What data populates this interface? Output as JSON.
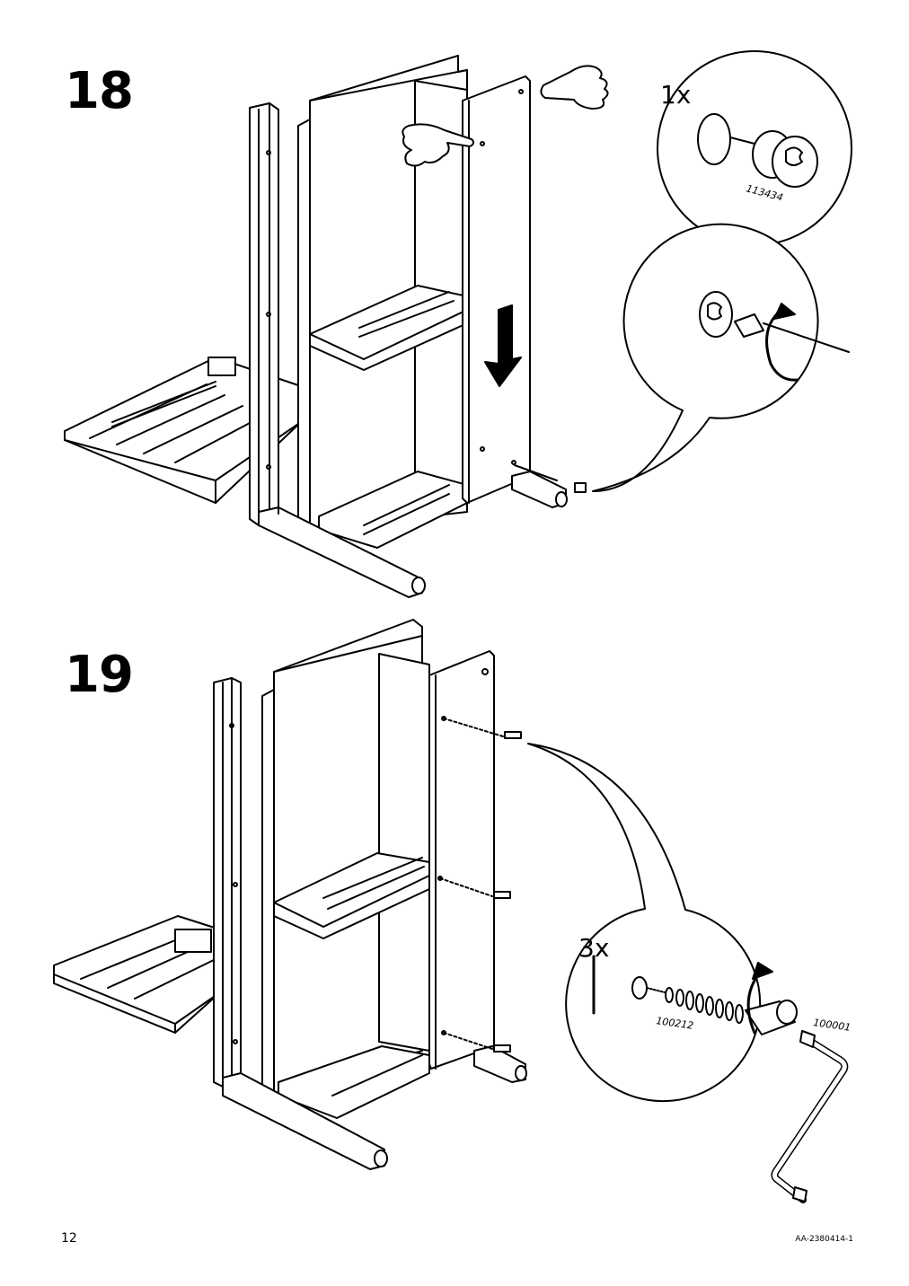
{
  "steps": [
    {
      "number": "18",
      "detail_top": {
        "quantity": "1x",
        "part_number": "113434"
      }
    },
    {
      "number": "19",
      "detail": {
        "quantity": "3x",
        "part_number_screw": "100212",
        "part_number_tool": "100001"
      }
    }
  ],
  "footer": {
    "page_number": "12",
    "document_code": "AA-2380414-1"
  },
  "colors": {
    "line": "#000000",
    "background": "#ffffff"
  }
}
